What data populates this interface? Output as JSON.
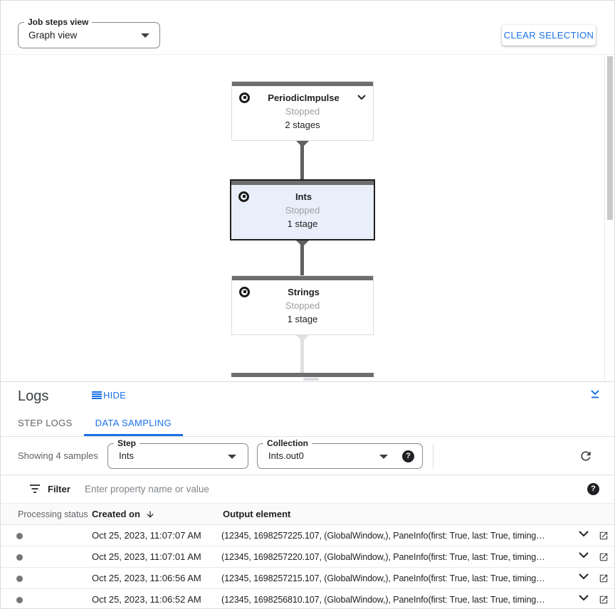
{
  "colors": {
    "accent": "#1a73e8",
    "text_primary": "#202124",
    "text_secondary": "#5f6368",
    "placeholder": "#80868b",
    "border": "#e0e0e0",
    "node_strip": "#6e6e6e",
    "edge_dark": "#616161",
    "edge_light": "#e0e0e0",
    "selected_node_bg": "#e9effa",
    "selected_node_border": "#1f1f1f",
    "status_dot": "#757575"
  },
  "toolbar": {
    "job_steps_view": {
      "label": "Job steps view",
      "value": "Graph view"
    },
    "clear_selection_label": "CLEAR SELECTION"
  },
  "graph": {
    "nodes": [
      {
        "title": "PeriodicImpulse",
        "status": "Stopped",
        "stages": "2 stages"
      },
      {
        "title": "Ints",
        "status": "Stopped",
        "stages": "1 stage"
      },
      {
        "title": "Strings",
        "status": "Stopped",
        "stages": "1 stage"
      }
    ]
  },
  "logs": {
    "title": "Logs",
    "hide_label": "HIDE",
    "tabs": [
      {
        "label": "STEP LOGS"
      },
      {
        "label": "DATA SAMPLING"
      }
    ],
    "sampling": {
      "showing_text": "Showing 4 samples",
      "step": {
        "label": "Step",
        "value": "Ints"
      },
      "collection": {
        "label": "Collection",
        "value": "Ints.out0"
      }
    },
    "filter": {
      "label": "Filter",
      "placeholder": "Enter property name or value"
    },
    "table": {
      "columns": [
        "Processing status",
        "Created on",
        "Output element"
      ],
      "rows": [
        {
          "created_on": "Oct 25, 2023, 11:07:07 AM",
          "output_element": "(12345, 1698257225.107, (GlobalWindow,), PaneInfo(first: True, last: True, timing…"
        },
        {
          "created_on": "Oct 25, 2023, 11:07:01 AM",
          "output_element": "(12345, 1698257220.107, (GlobalWindow,), PaneInfo(first: True, last: True, timing…"
        },
        {
          "created_on": "Oct 25, 2023, 11:06:56 AM",
          "output_element": "(12345, 1698257215.107, (GlobalWindow,), PaneInfo(first: True, last: True, timing…"
        },
        {
          "created_on": "Oct 25, 2023, 11:06:52 AM",
          "output_element": "(12345, 1698256810.107, (GlobalWindow,), PaneInfo(first: True, last: True, timing…"
        }
      ]
    }
  },
  "icons": {
    "help_glyph": "?"
  }
}
